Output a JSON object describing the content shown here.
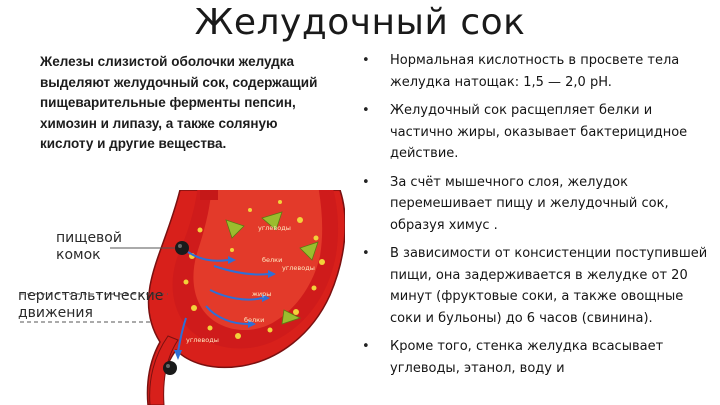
{
  "slide": {
    "title": "Желудочный сок",
    "intro": "Железы слизистой оболочки желудка выделяют желудочный сок, содержащий пищеварительные ферменты пепсин, химозин и липазу, а также соляную кислоту и другие вещества.",
    "diagram": {
      "label_bolus_line1": "пищевой",
      "label_bolus_line2": "комок",
      "label_peristalsis_line1": "перистальтические",
      "label_peristalsis_line2": "движения",
      "tiny_labels": [
        "углеводы",
        "белки",
        "жиры",
        "углеводы",
        "белки",
        "углеводы"
      ]
    },
    "bullets": [
      "Нормальная кислотность в просвете тела желудка натощак: 1,5 — 2,0 pH.",
      "Желудочный сок расщепляет белки и частично жиры, оказывает бактерицидное действие.",
      "За счёт мышечного слоя, желудок перемешивает пищу и желудочный сок, образуя химус .",
      "В зависимости от консистенции поступившей пищи, она задерживается в желудке от 20 минут (фруктовые соки, а также овощные соки и бульоны) до 6 часов (свинина).",
      "Кроме того, стенка желудка всасывает углеводы, этанол, воду и"
    ],
    "bullet_symbol": "•",
    "colors": {
      "stomach_wall": "#d8201b",
      "stomach_inner": "#c4161a",
      "acid_dots": "#f2d23a",
      "flow_arrows": "#2f6fd6",
      "enzyme_arrows": "#9bbd2e"
    }
  }
}
